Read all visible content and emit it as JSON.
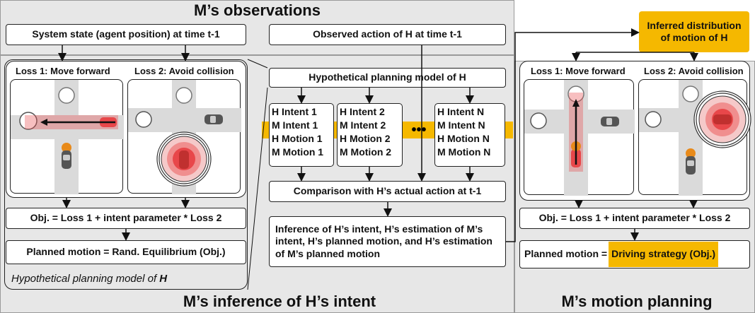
{
  "header": {
    "title": "M’s observations",
    "system_state": "System state (agent position) at time t-1",
    "observed_action": "Observed action of H at time t-1"
  },
  "inference": {
    "title": "M’s inference of H’s intent",
    "loss1": "Loss 1: Move forward",
    "loss2": "Loss 2: Avoid collision",
    "objective": "Obj. = Loss 1 + intent parameter * Loss 2",
    "planned_motion": "Planned motion = Rand. Equilibrium (Obj.)",
    "model_caption_prefix": "Hypothetical planning model of ",
    "model_caption_agent": "H",
    "hyp_model": "Hypothetical planning model of H",
    "columns": [
      {
        "h_intent": "H Intent 1",
        "m_intent": "M Intent 1",
        "h_motion": "H Motion 1",
        "m_motion": "M Motion 1"
      },
      {
        "h_intent": "H Intent 2",
        "m_intent": "M Intent 2",
        "h_motion": "H Motion 2",
        "m_motion": "M Motion 2"
      },
      {
        "h_intent": "H Intent N",
        "m_intent": "M Intent N",
        "h_motion": "H Motion N",
        "m_motion": "M Motion N"
      }
    ],
    "ellipsis": "•••",
    "comparison": "Comparison with H’s actual action at t-1",
    "result": "Inference of H’s intent, H’s estimation of M’s intent, H’s planned motion, and H’s estimation of M’s planned motion"
  },
  "planning": {
    "title": "M’s motion planning",
    "inferred": "Inferred distribution of motion of H",
    "loss1": "Loss 1: Move forward",
    "loss2": "Loss 2: Avoid collision",
    "objective": "Obj. = Loss 1 + intent parameter * Loss 2",
    "planned_prefix": "Planned motion = ",
    "planned_strategy": "Driving strategy (Obj.)"
  },
  "colors": {
    "highlight": "#f5b800",
    "panel": "#e7e7e7",
    "loss": "#e8474a"
  }
}
